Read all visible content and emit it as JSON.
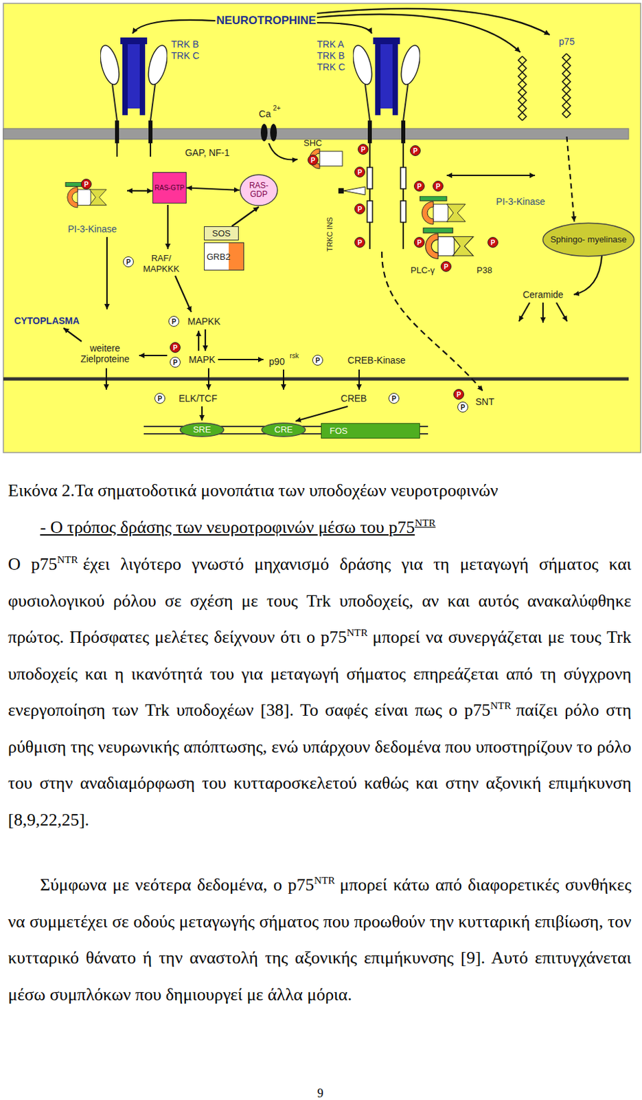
{
  "diagram": {
    "caption": "Εικόνα 2.Τα σηματοδοτικά μονοπάτια των υποδοχέων νευροτροφινών",
    "nodes": [
      {
        "text": [
          "TRK B TRK C"
        ]
      },
      {
        "text": [
          "TRK A TRK B TRK C"
        ]
      },
      {
        "text": [
          "p75"
        ]
      },
      {
        "text": [
          "PI-3-Kinase"
        ]
      },
      {
        "text": [
          "RAS-GTP"
        ]
      },
      {
        "text": [
          "RAS- GDP"
        ]
      },
      {
        "text": [
          "SOS"
        ]
      },
      {
        "text": [
          "GRB2"
        ]
      },
      {
        "text": [
          "SHC"
        ]
      },
      {
        "text": [
          "PI-3-Kinase"
        ]
      },
      {
        "text": [
          "PLC-γ",
          "P38"
        ]
      },
      {
        "text": [
          "Sphingo- myelinase"
        ]
      },
      {
        "text": [
          "SRE"
        ]
      },
      {
        "text": [
          "CRE"
        ]
      },
      {
        "text": [
          "FOS"
        ]
      }
    ],
    "edges": [
      {
        "from": 3,
        "to": 4,
        "arrow": "both"
      },
      {
        "from": 4,
        "to": 5,
        "arrow": "both"
      },
      {
        "from": 6,
        "to": 5,
        "arrow": "to"
      },
      {
        "from": 2,
        "to": 11,
        "arrow": "to"
      }
    ],
    "labels": [
      "NEUROTROPHINE",
      "Ca",
      "2+",
      "GAP, NF-1",
      "RAF/ MAPKKK",
      "TRKC INS",
      "CYTOPLASMA",
      "weitere Zielproteine",
      "MAPKK",
      "MAPK",
      "p90",
      "rsk",
      "CREB-Kinase",
      "ELK/TCF",
      "CREB",
      "SNT",
      "Ceramide",
      "P",
      "P",
      "P",
      "P",
      "P",
      "P",
      "P",
      "P",
      "P",
      "P",
      "P",
      "P",
      "P",
      "P",
      "P",
      "P",
      "P",
      "P",
      "P",
      "P",
      "P",
      "- Ο τρόπος δράσης των νευροτροφινών μέσω του p75",
      "NTR",
      "Ο p75",
      "NTR",
      "έχει λιγότερο γνωστό μηχανισμό δράσης για τη μεταγωγή σήματος και φυσιολογικού ρόλου σε σχέση με τους Trk υποδοχείς, αν και αυτός ανακαλύφθηκε πρώτος. Πρόσφατες μελέτες δείχνουν ότι ο p75",
      "NTR",
      "μπορεί να συνεργάζεται με τους Trk υποδοχείς και η ικανότητά του για μεταγωγή σήματος επηρεάζεται από τη σύγχρονη ενεργοποίηση των Trk υποδοχέων [38]. Το σαφές είναι πως ο p75",
      "NTR",
      "παίζει ρόλο στη ρύθμιση της νευρωνικής απόπτωσης, ενώ υπάρχουν δεδομένα που υποστηρίζουν το ρόλο του στην αναδιαμόρφωση του κυτταροσκελετού καθώς και στην αξονική επιμήκυνση [8,9,22,25].",
      "Σύμφωνα με νεότερα δεδομένα, ο p75",
      "NTR",
      "μπορεί κάτω από διαφορετικές συνθήκες να συμμετέχει σε οδούς μεταγωγής σήματος που προωθούν την κυτταρική επιβίωση, τον κυτταρικό θάνατο ή την αναστολή της αξονικής επιμήκυνσης [9]. Αυτό επιτυγχάνεται μέσω συμπλόκων που δημιουργεί με άλλα μόρια.",
      "9"
    ]
  }
}
